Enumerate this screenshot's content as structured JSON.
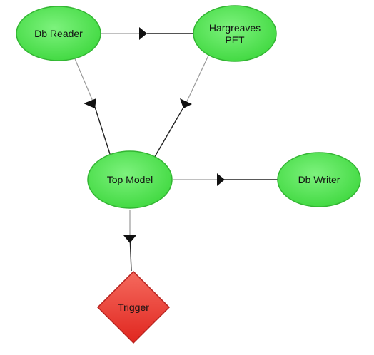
{
  "diagram": {
    "colors": {
      "process_fill": "#44e044",
      "process_stroke": "#33b533",
      "trigger_fill": "#e5302c",
      "trigger_stroke": "#b8231f",
      "edge": "#222222",
      "background": "#ffffff"
    },
    "nodes": {
      "db_reader": {
        "shape": "ellipse",
        "label": "Db Reader"
      },
      "hargreaves": {
        "shape": "ellipse",
        "label_line1": "Hargreaves",
        "label_line2": "PET"
      },
      "top_model": {
        "shape": "ellipse",
        "label": "Top Model"
      },
      "db_writer": {
        "shape": "ellipse",
        "label": "Db Writer"
      },
      "trigger": {
        "shape": "diamond",
        "label": "Trigger"
      }
    },
    "edges": [
      {
        "from": "Db Reader",
        "to": "Hargreaves PET"
      },
      {
        "from": "Db Reader",
        "to": "Top Model"
      },
      {
        "from": "Hargreaves PET",
        "to": "Top Model"
      },
      {
        "from": "Top Model",
        "to": "Db Writer"
      },
      {
        "from": "Top Model",
        "to": "Trigger"
      }
    ]
  }
}
